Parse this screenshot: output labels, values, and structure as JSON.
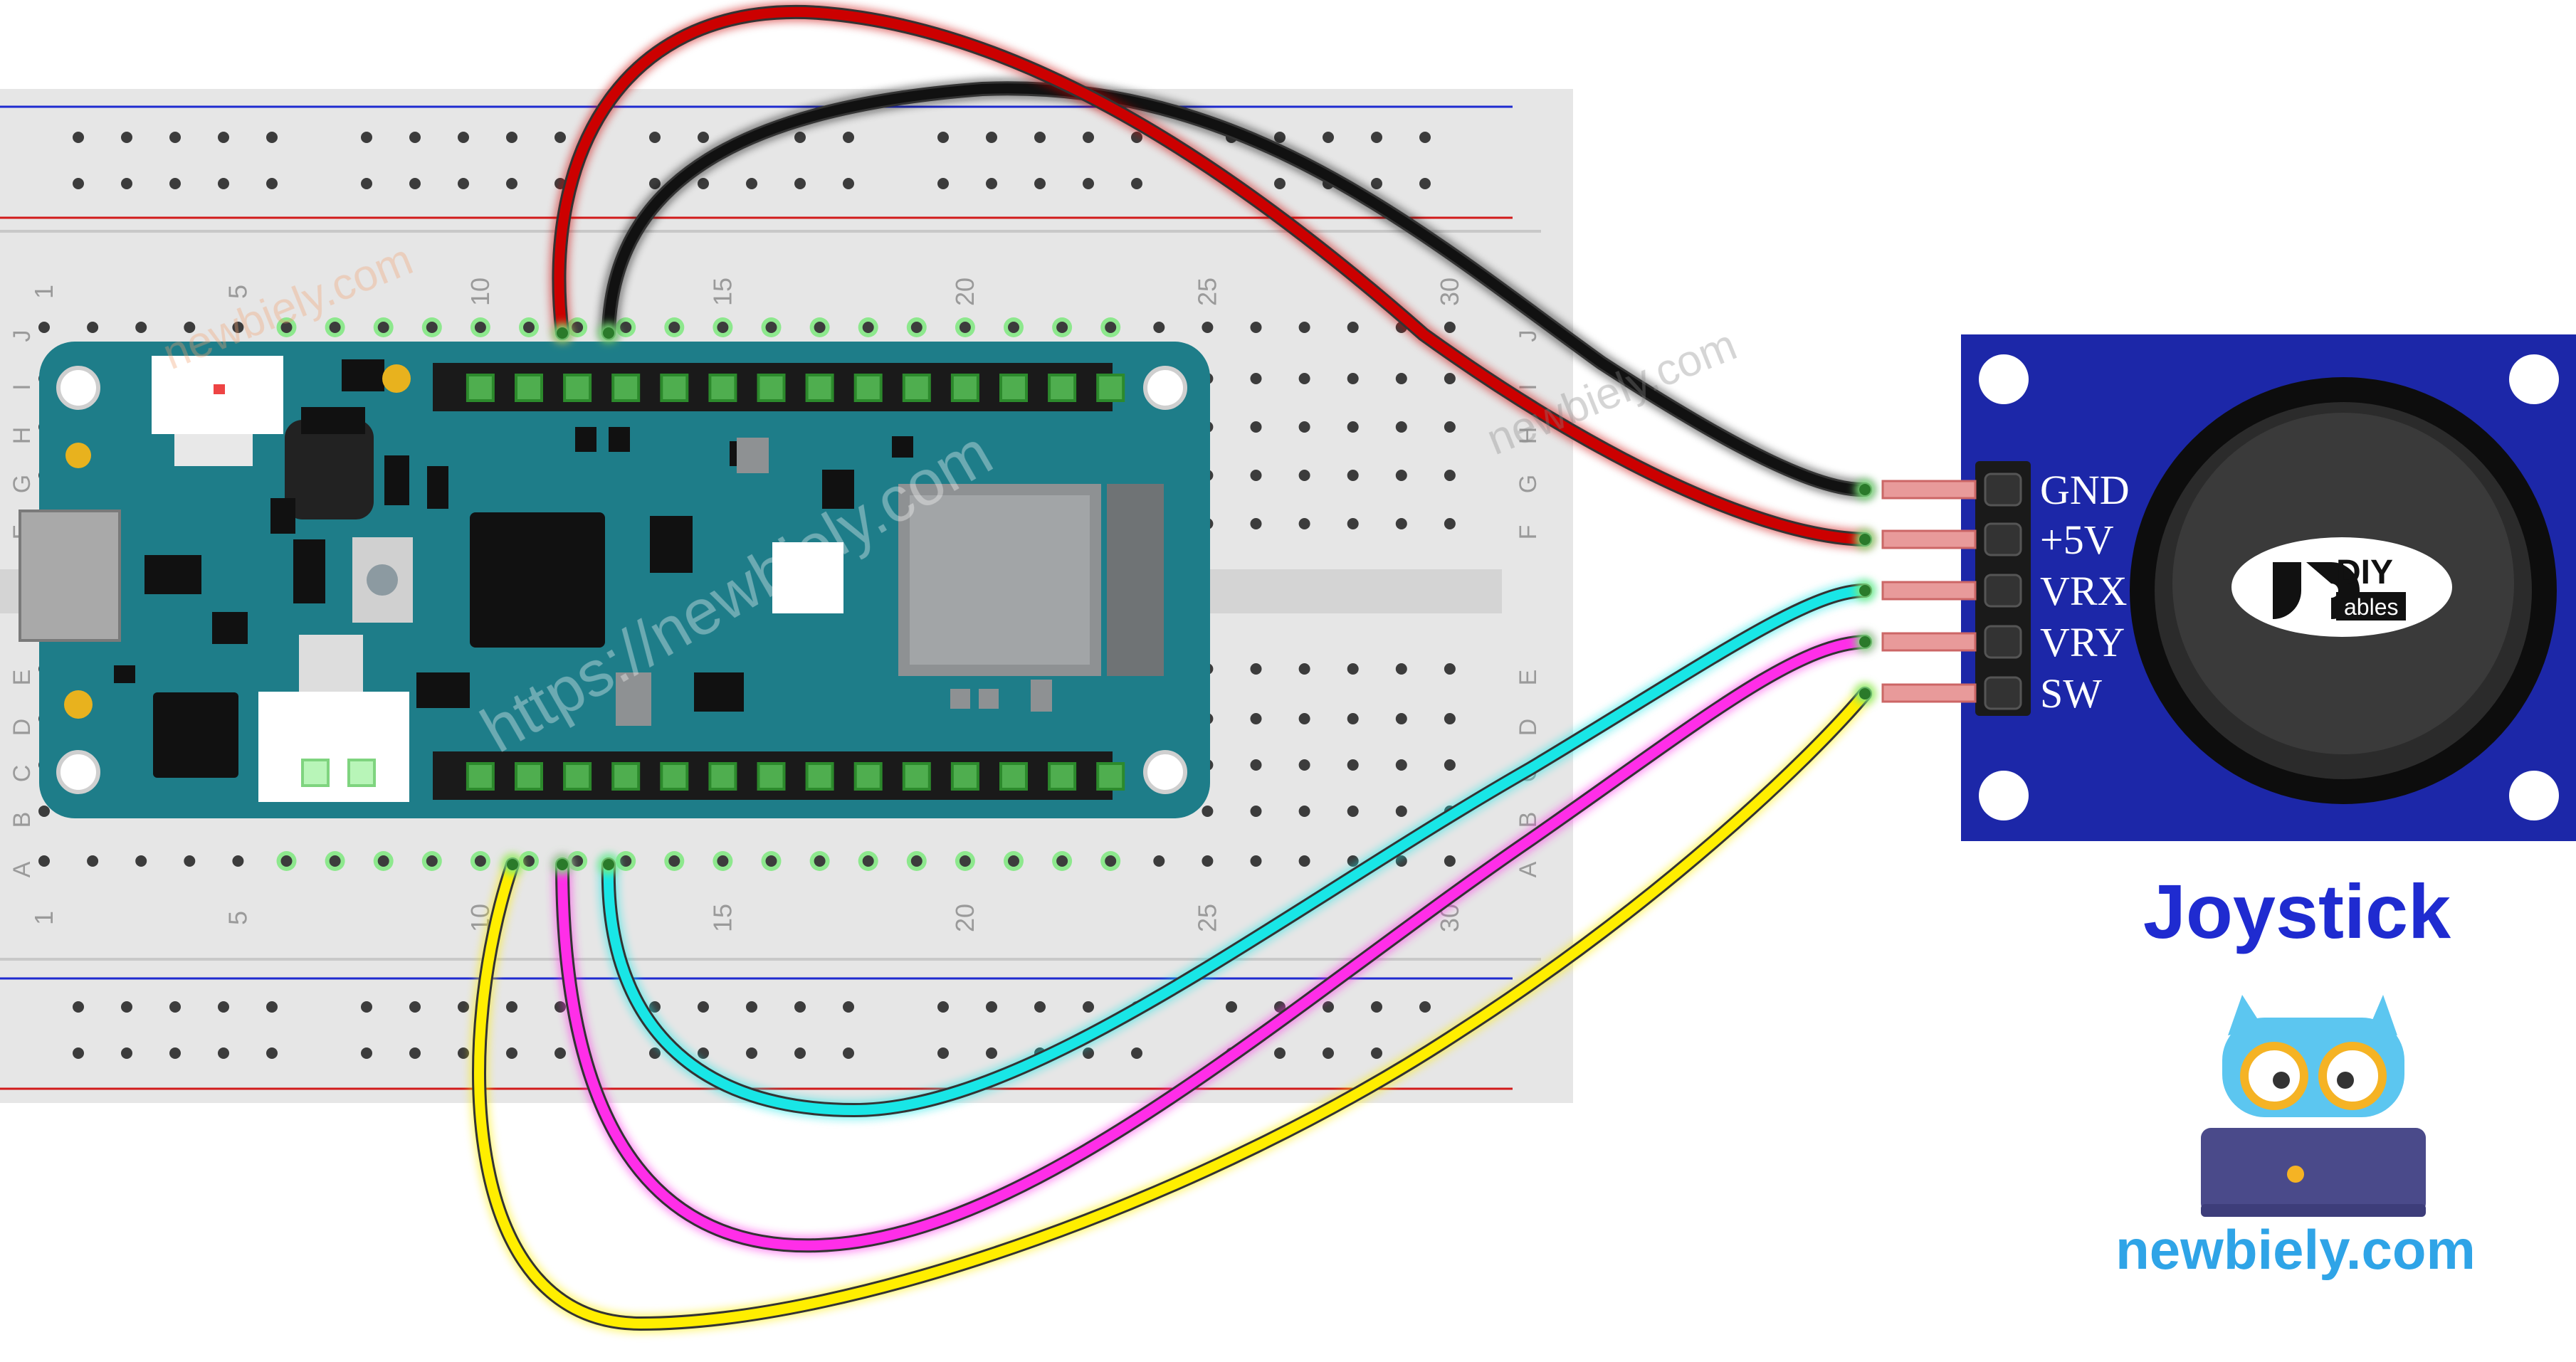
{
  "breadboard": {
    "column_numbers_top": [
      "1",
      "5",
      "10",
      "15",
      "20",
      "25",
      "30"
    ],
    "column_numbers_bottom": [
      "1",
      "5",
      "10",
      "15",
      "20",
      "25",
      "30"
    ],
    "row_letters_left": [
      "J",
      "I",
      "H",
      "G",
      "F",
      "E",
      "D",
      "C",
      "B",
      "A"
    ],
    "row_letters_right": [
      "J",
      "I",
      "H",
      "G",
      "F",
      "E",
      "D",
      "C",
      "B",
      "A"
    ]
  },
  "joystick": {
    "pins": [
      "GND",
      "+5V",
      "VRX",
      "VRY",
      "SW"
    ],
    "caption": "Joystick",
    "logo_text_top": "DIY",
    "logo_text_bottom": "ables"
  },
  "wires": [
    {
      "name": "wire-gnd",
      "from": "Arduino pin 10 (top)",
      "to": "GND",
      "color": "#111111"
    },
    {
      "name": "wire-5v",
      "from": "Arduino pin 9 (top)",
      "to": "+5V",
      "color": "#cc0000"
    },
    {
      "name": "wire-vrx",
      "from": "Arduino pin 11 (bottom)",
      "to": "VRX",
      "color": "#19e6e6"
    },
    {
      "name": "wire-vry",
      "from": "Arduino pin 10 (bottom)",
      "to": "VRY",
      "color": "#ff2ee8"
    },
    {
      "name": "wire-sw",
      "from": "Arduino pin 9 (bottom)",
      "to": "SW",
      "color": "#ffee00"
    }
  ],
  "brand": {
    "site": "newbiely.com",
    "watermark": "https://newbiely.com",
    "colors": {
      "brand_blue": "#2fa4e7",
      "board_teal": "#1e7d89",
      "module_blue": "#1c27a8",
      "caption_blue": "#1f2bd0"
    }
  }
}
